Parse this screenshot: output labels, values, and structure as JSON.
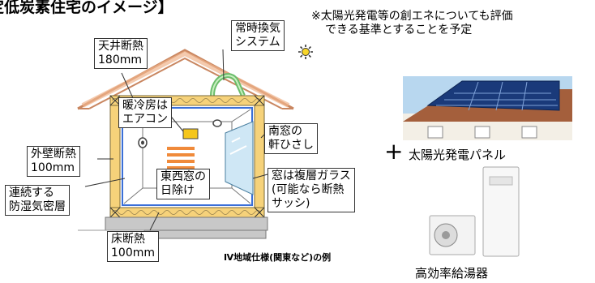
{
  "title": "定低炭素住宅のイメージ】",
  "note": {
    "line1": "※太陽光発電等の創エネについても評価",
    "line2": "できる基準とすることを予定"
  },
  "labels": {
    "ceiling_insulation": [
      "天井断熱",
      "180mm"
    ],
    "ventilation": [
      "常時換気",
      "システム"
    ],
    "aircon": [
      "暖冷房は",
      "エアコン"
    ],
    "south_window": [
      "南窓の",
      "軒ひさし"
    ],
    "wall_insulation": [
      "外壁断熱",
      "100mm"
    ],
    "vapor_barrier": [
      "連続する",
      "防湿気密層"
    ],
    "east_west_window": [
      "東西窓の",
      "日除け"
    ],
    "double_glazing": [
      "窓は複層ガラス",
      "(可能なら断熱",
      "サッシ)"
    ],
    "floor_insulation": [
      "床断熱",
      "100mm"
    ]
  },
  "caption": "Ⅳ地域仕様(関東など)の例",
  "solar_panel_label": "太陽光発電パネル",
  "water_heater_label": "高効率給湯器",
  "plus_symbol": "+",
  "colors": {
    "roof": "#f0b48c",
    "insulation": "#f6d27a",
    "barrier": "#3a6fd8",
    "foundation": "#c8c8c8",
    "sky": "#cfe7f5"
  }
}
